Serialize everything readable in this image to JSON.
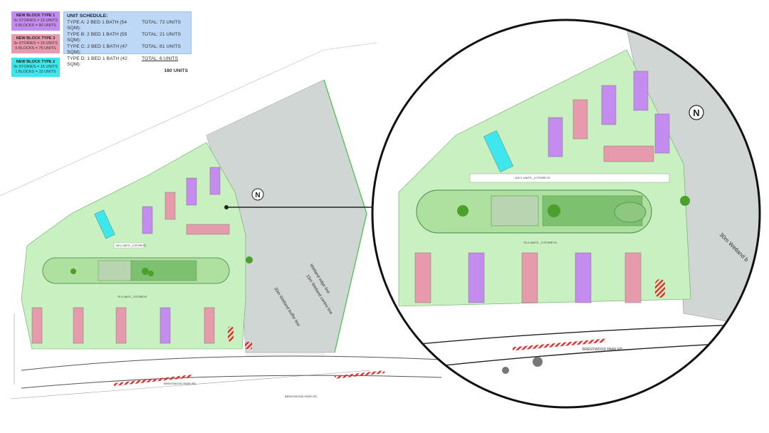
{
  "legend": [
    {
      "title": "NEW BLOCK TYPE 1",
      "line1": "3x STORIES = 15 UNITS",
      "line2": "6 BLOCKS = 90 UNITS",
      "color": "#c58cf0"
    },
    {
      "title": "NEW BLOCK TYPE 3",
      "line1": "3x STORIES = 15 UNITS",
      "line2": "5 BLOCKS = 75 UNITS",
      "color": "#e79aac"
    },
    {
      "title": "NEW BLOCK TYPE 2",
      "line1": "3x STORIES = 15 UNITS",
      "line2": "1 BLOCKS = 15 UNITS",
      "color": "#3ee6ee"
    }
  ],
  "schedule": {
    "title": "UNIT SCHEDULE:",
    "rows": [
      {
        "type": "TYPE A:  2 BED 1 BATH (54 SQM):",
        "total": "TOTAL: 72 UNITS"
      },
      {
        "type": "TYPE B:  2 BED 1 BATH (55 SQM):",
        "total": "TOTAL: 21 UNITS"
      },
      {
        "type": "TYPE C:  2 BED 1 BATH (47 SQM):",
        "total": "TOTAL: 81 UNITS"
      },
      {
        "type": "TYPE D:  1 BED 1 BATH (42 SQM):",
        "total": "TOTAL: 6 UNITS"
      }
    ],
    "grand_total": "180 UNITS"
  },
  "plan": {
    "north_label": "N",
    "wetland_edge": "Wetland edge line",
    "wetland_centre": "15m Wetland centre line",
    "wetland_buffer": "30m Wetland buffer line",
    "wetland_buffer_zoom": "30m Wetland b",
    "road_name": "BRENTWOOD PARK RD",
    "upper_units": "105 X UNITS _3 STOREYS",
    "lower_units": "75 X UNITS _3 STOREYS"
  },
  "colors": {
    "site": "#c9f0c0",
    "wetland": "#cfd6d4",
    "type1": "#c58cf0",
    "type3": "#e79aac",
    "type2": "#3ee6ee",
    "hatch": "#e03030"
  }
}
